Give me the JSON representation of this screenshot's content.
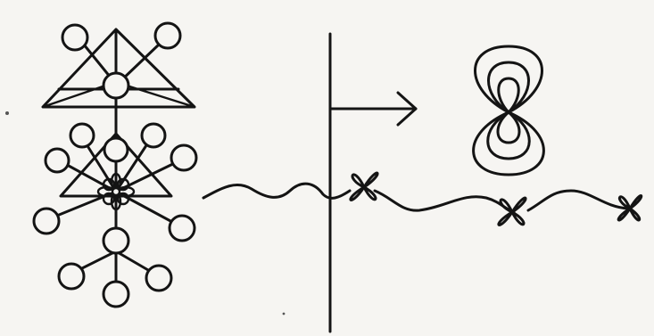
{
  "drawing": {
    "ink_color": "#141414",
    "paper_color": "#f6f5f2",
    "components": [
      "tree-of-circles-figure",
      "vertical-divider-line",
      "right-arrow",
      "figure-eight-loops",
      "wavy-line",
      "four-petal-flowers"
    ]
  }
}
